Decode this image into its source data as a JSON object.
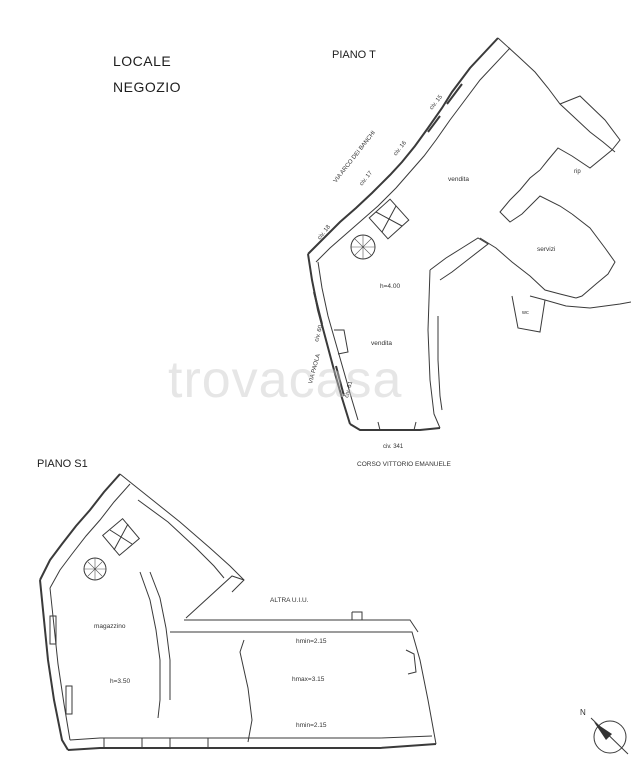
{
  "header": {
    "line1": "LOCALE",
    "line2": "NEGOZIO"
  },
  "floors": {
    "ground": "PIANO T",
    "basement": "PIANO S1"
  },
  "ground_labels": {
    "street_top": "VIA ARCO DEI BANCHI",
    "street_left": "VIA PAOLA",
    "street_bottom": "CORSO VITTORIO EMANUELE",
    "civ_15": "civ. 15",
    "civ_16": "civ. 16",
    "civ_17": "civ. 17",
    "civ_18": "civ. 18",
    "civ_60": "civ. 60",
    "civ_61": "civ. 61",
    "civ_341": "civ. 341",
    "vendita_top": "vendita",
    "vendita_bottom": "vendita",
    "servizi": "servizi",
    "rip": "rip",
    "wc": "wc",
    "height": "h=4.00"
  },
  "basement_labels": {
    "other_unit": "ALTRA U.I.U.",
    "magazzino": "magazzino",
    "height": "h=3.50",
    "hmin_top": "hmin=2.15",
    "hmax": "hmax=3.15",
    "hmin_bottom": "hmin=2.15"
  },
  "compass": {
    "north": "N"
  },
  "watermark": "trovacasa"
}
